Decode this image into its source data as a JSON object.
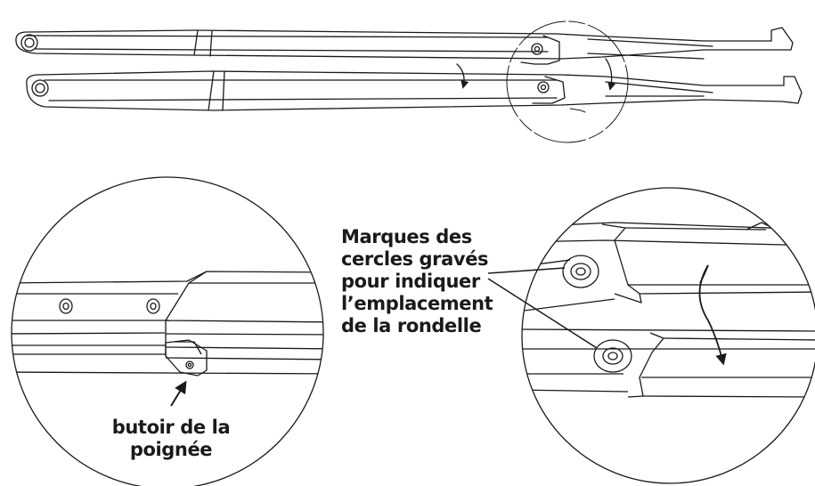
{
  "labels": {
    "washer_marks": [
      "Marques des",
      "cercles gravés",
      "pour indiquer",
      "l’emplacement",
      "de la rondelle"
    ],
    "handle_stop": [
      "butoir de la",
      "poignée"
    ]
  },
  "colors": {
    "line": "#1a1a1a",
    "background": "#ffffff"
  },
  "icons": {
    "rotation_arrow": "curved-arrow-icon",
    "pointer_arrow": "arrow-icon"
  }
}
